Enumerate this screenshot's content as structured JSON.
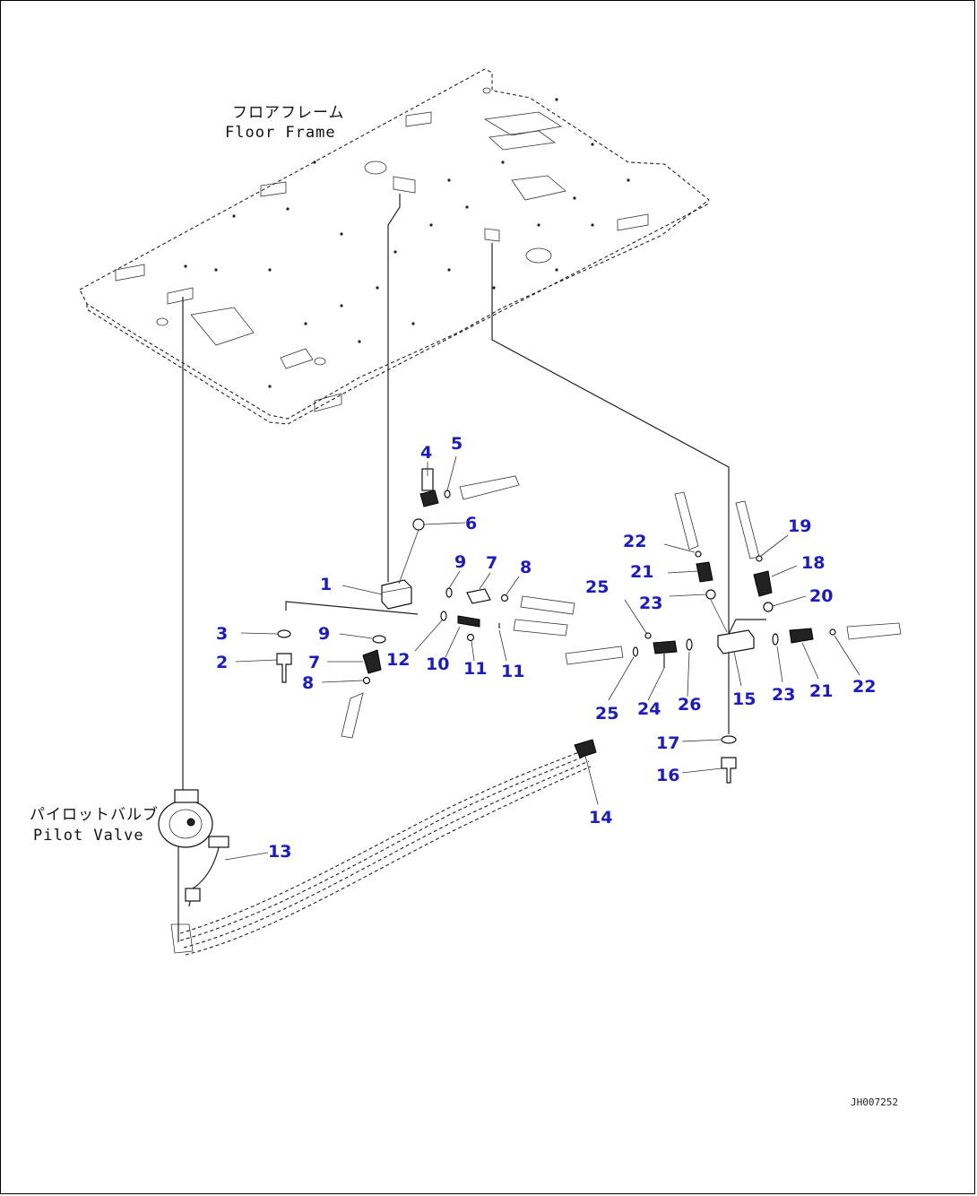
{
  "areas": {
    "floor_frame_jp": "フロアフレーム",
    "floor_frame_en": "Floor Frame",
    "pilot_valve_jp": "パイロットバルブ",
    "pilot_valve_en": "Pilot Valve"
  },
  "drawing_number": "JH007252",
  "parts": {
    "p1": "1",
    "p2": "2",
    "p3": "3",
    "p4": "4",
    "p5": "5",
    "p6": "6",
    "p7a": "7",
    "p7b": "7",
    "p8a": "8",
    "p8b": "8",
    "p9a": "9",
    "p9b": "9",
    "p10": "10",
    "p11a": "11",
    "p11b": "11",
    "p12": "12",
    "p13": "13",
    "p14": "14",
    "p15": "15",
    "p16": "16",
    "p17": "17",
    "p18": "18",
    "p19": "19",
    "p20": "20",
    "p21a": "21",
    "p21b": "21",
    "p22a": "22",
    "p22b": "22",
    "p23a": "23",
    "p23b": "23",
    "p24": "24",
    "p25a": "25",
    "p25b": "25",
    "p26": "26"
  },
  "colors": {
    "label": "#1a1ac8",
    "line": "#222222"
  }
}
